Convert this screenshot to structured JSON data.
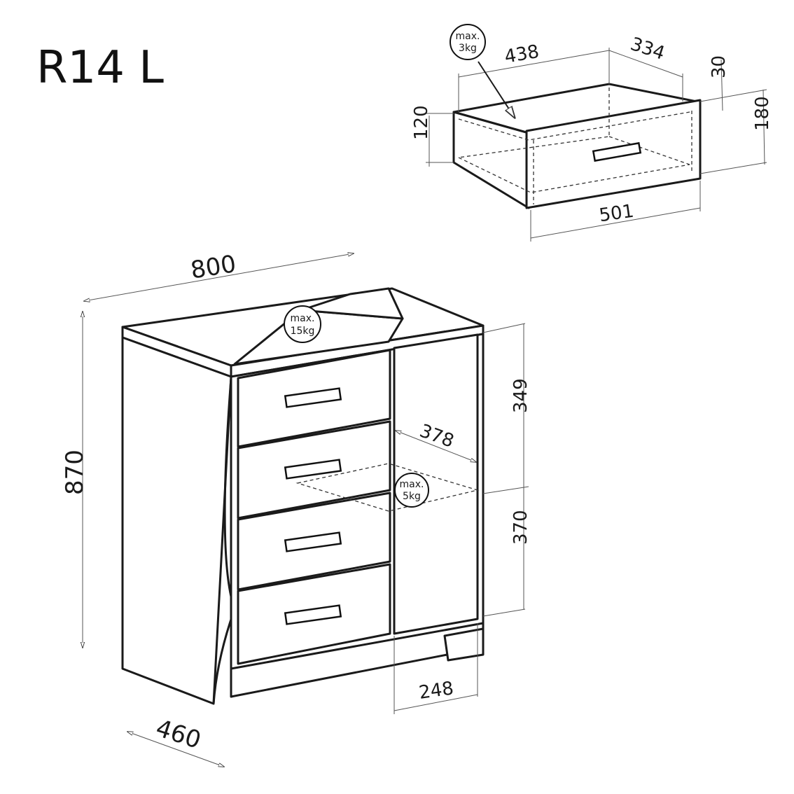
{
  "title": "R14 L",
  "drawer": {
    "load_badge": {
      "line1": "max.",
      "line2": "3kg"
    },
    "width_inner": "438",
    "depth": "334",
    "top_offset": "30",
    "height_inner": "120",
    "height_total": "180",
    "width_total": "501"
  },
  "dresser": {
    "width": "800",
    "height": "870",
    "depth": "460",
    "top_load_badge": {
      "line1": "max.",
      "line2": "15kg"
    },
    "shelf_load_badge": {
      "line1": "max.",
      "line2": "5kg"
    },
    "upper_compartment_height": "349",
    "shelf_depth": "378",
    "lower_compartment_height": "370",
    "door_width": "248"
  }
}
